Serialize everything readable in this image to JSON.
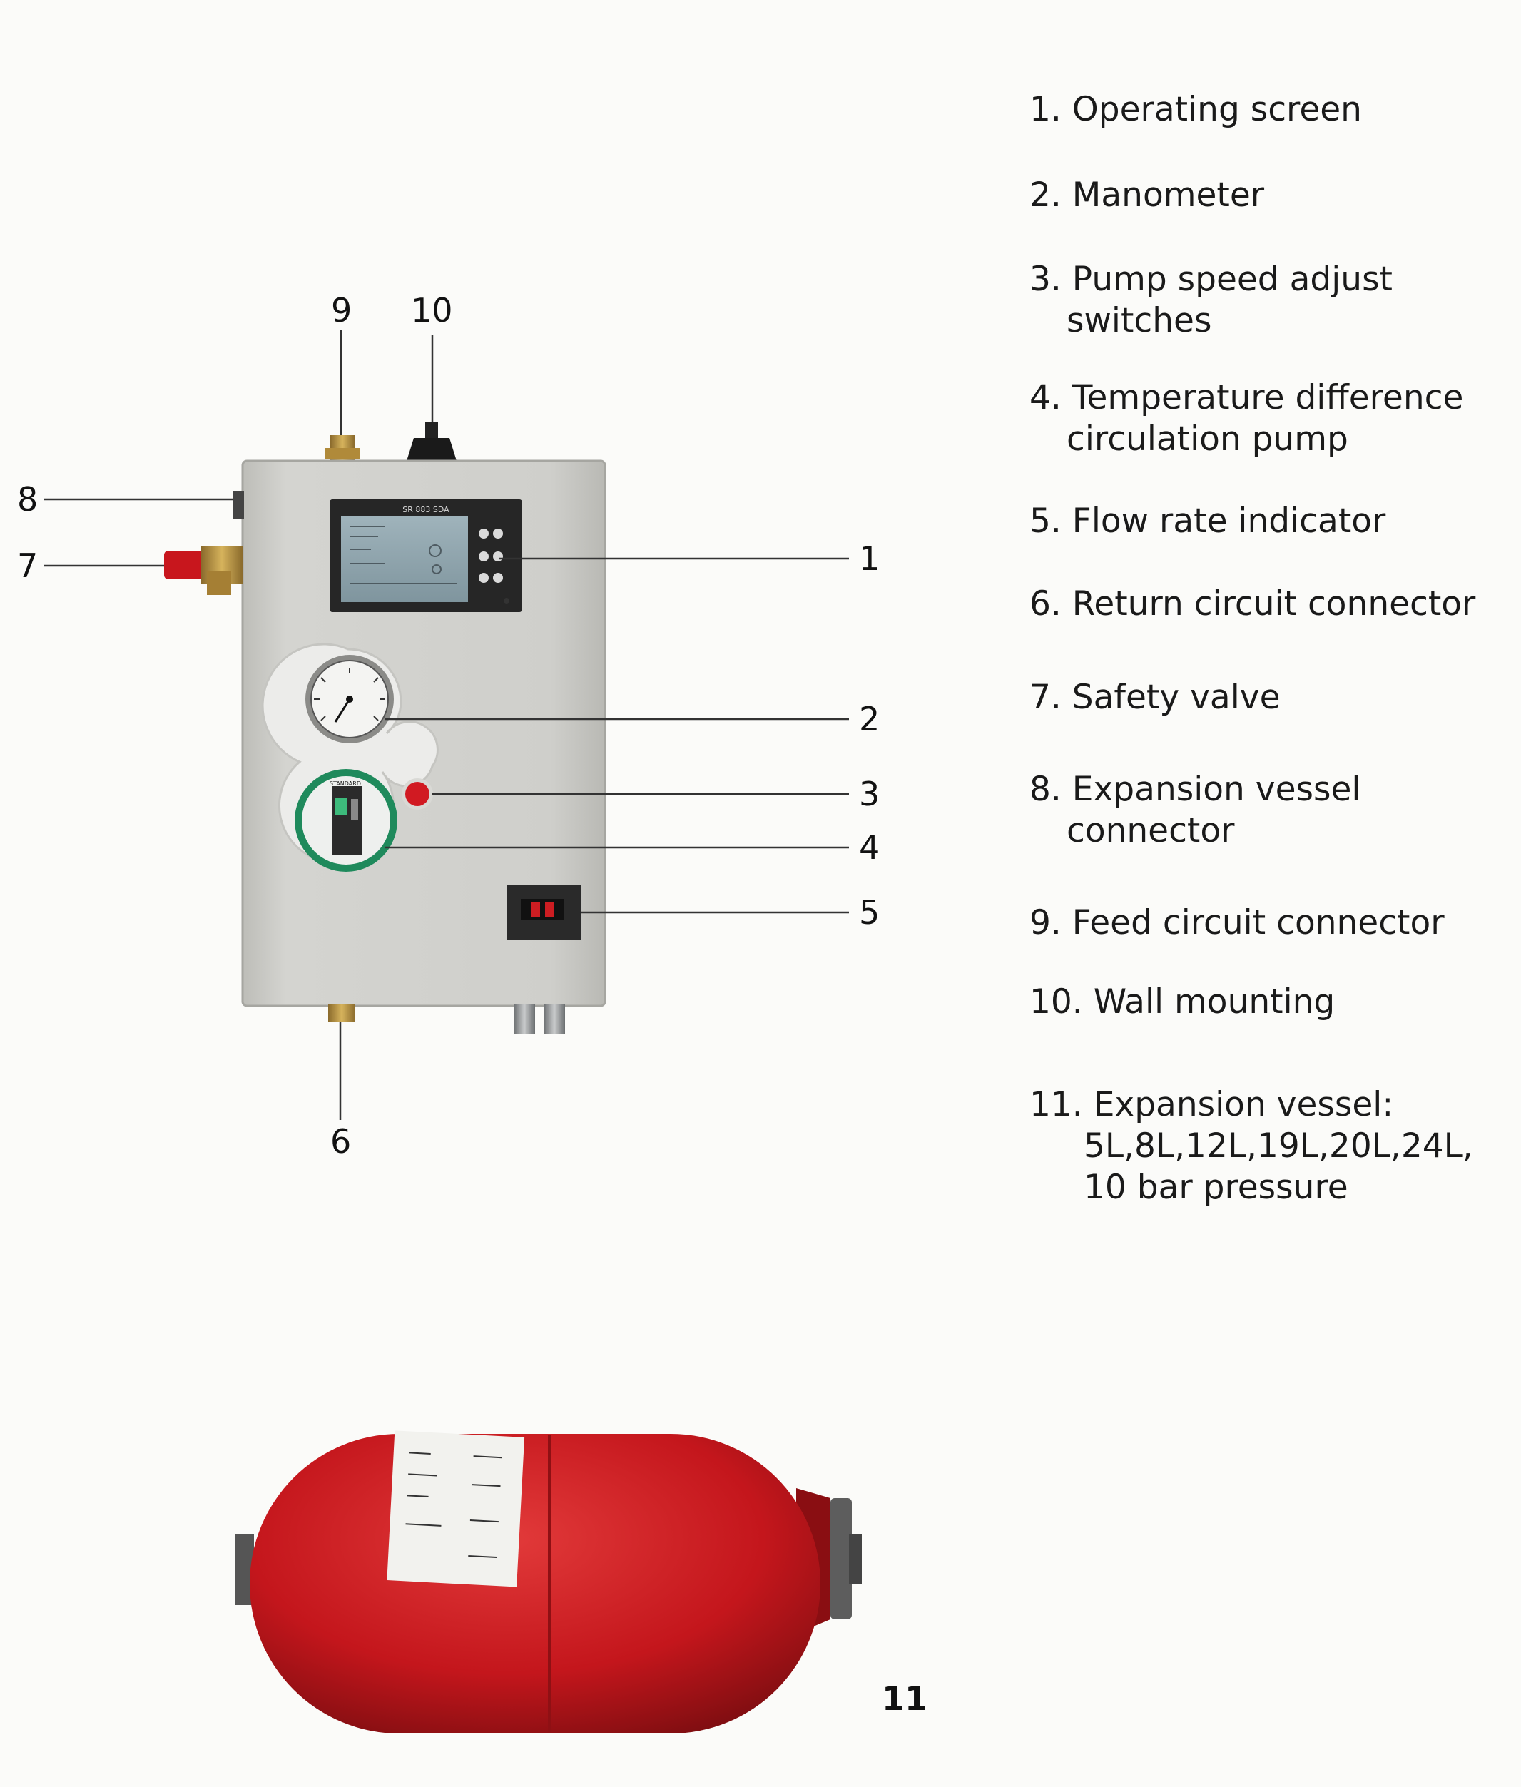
{
  "diagram": {
    "screen_title": "SR 883 SDA",
    "pump_label": "STANDARD"
  },
  "callouts": [
    "1",
    "2",
    "3",
    "4",
    "5",
    "6",
    "7",
    "8",
    "9",
    "10",
    "11"
  ],
  "legend": [
    {
      "num": "1.",
      "line1": "Operating screen",
      "line2": ""
    },
    {
      "num": "2.",
      "line1": "Manometer",
      "line2": ""
    },
    {
      "num": "3.",
      "line1": "Pump speed adjust",
      "line2": "switches"
    },
    {
      "num": "4.",
      "line1": "Temperature difference",
      "line2": "circulation pump"
    },
    {
      "num": "5.",
      "line1": "Flow rate indicator",
      "line2": ""
    },
    {
      "num": "6.",
      "line1": "Return circuit connector",
      "line2": ""
    },
    {
      "num": "7.",
      "line1": "Safety valve",
      "line2": ""
    },
    {
      "num": "8.",
      "line1": "Expansion vessel",
      "line2": "connector"
    },
    {
      "num": "9.",
      "line1": "Feed circuit connector",
      "line2": ""
    },
    {
      "num": "10.",
      "line1": "Wall mounting",
      "line2": ""
    },
    {
      "num": "11.",
      "line1": "Expansion vessel:",
      "line2": "5L,8L,12L,19L,20L,24L,",
      "line3": "10 bar pressure"
    }
  ],
  "colors": {
    "panel": "#cfcfcb",
    "vessel": "#c8161d",
    "pump_ring": "#1f8a5c",
    "leader": "#333333"
  }
}
